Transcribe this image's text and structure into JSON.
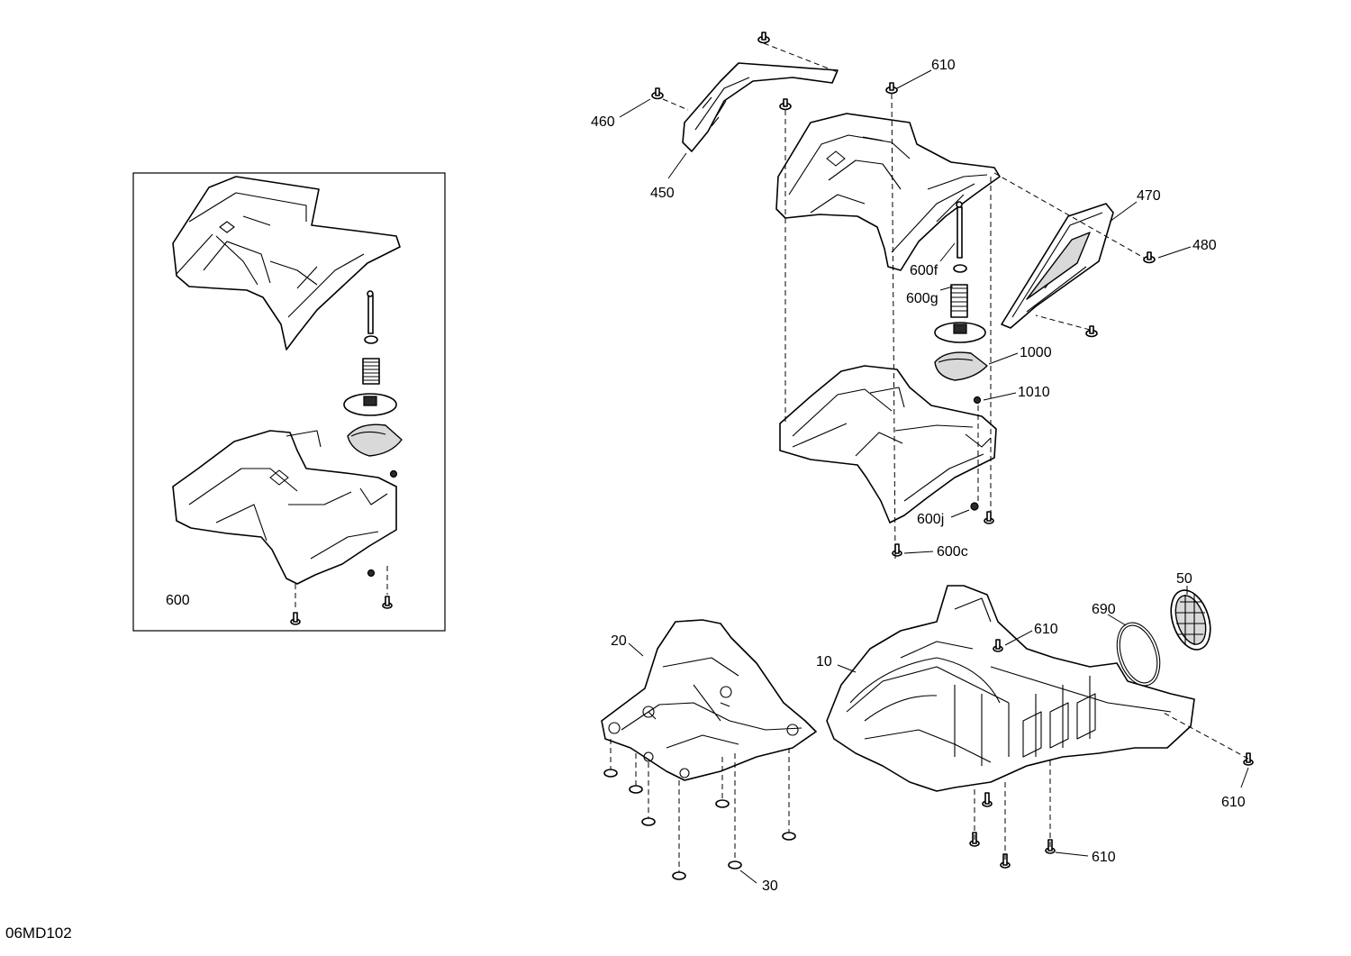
{
  "drawing_code": "06MD102",
  "callouts": {
    "c610a": "610",
    "c460": "460",
    "c450": "450",
    "c470": "470",
    "c480": "480",
    "c600f": "600f",
    "c600g": "600g",
    "c1000": "1000",
    "c1010": "1010",
    "c600j": "600j",
    "c600c": "600c",
    "c600": "600",
    "c50": "50",
    "c690": "690",
    "c610b": "610",
    "c20": "20",
    "c10": "10",
    "c610c": "610",
    "c610d": "610",
    "c30": "30"
  }
}
